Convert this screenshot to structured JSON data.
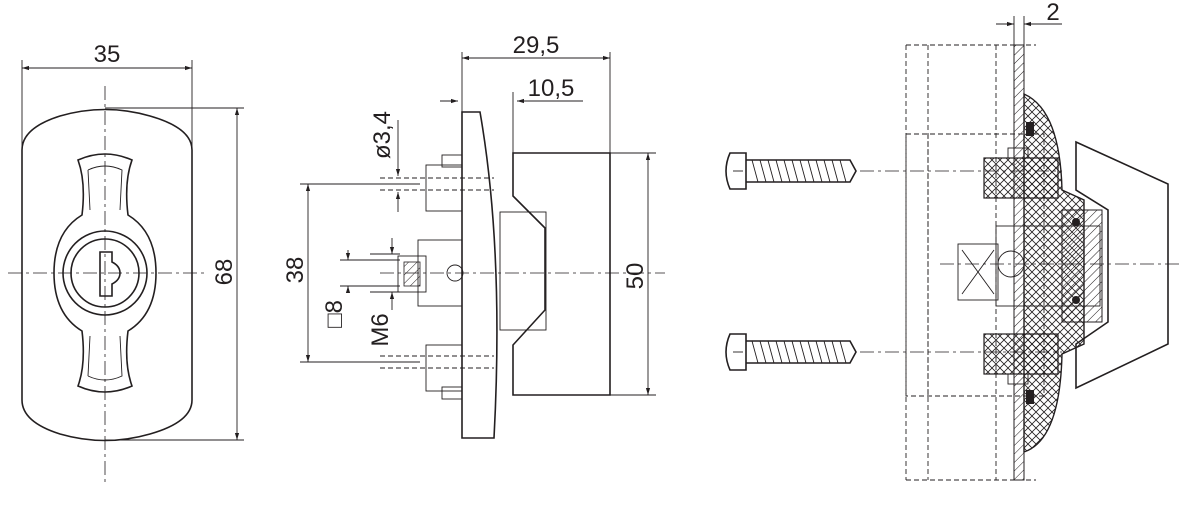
{
  "dimensions": {
    "front_width": "35",
    "front_height": "68",
    "side_depth_total": "29,5",
    "side_depth_body": "10,5",
    "hole_diameter": "ø3,4",
    "hole_spacing": "38",
    "square_drive": "□8",
    "thread": "M6",
    "body_height": "50",
    "panel_thickness": "2"
  },
  "colors": {
    "line": "#231f20",
    "shade": "#d9d9d9",
    "background": "#ffffff"
  }
}
